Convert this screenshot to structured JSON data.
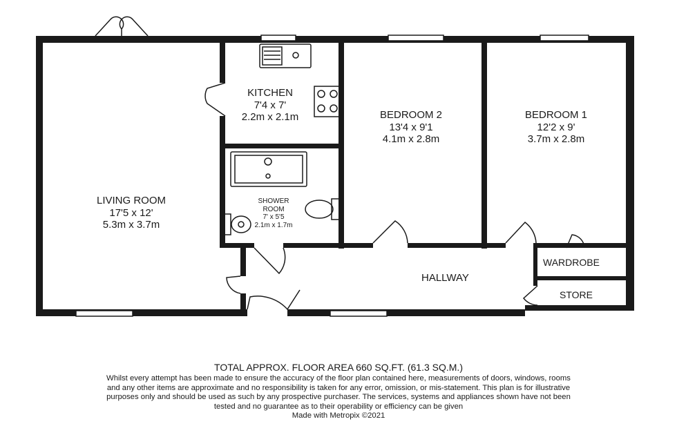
{
  "rooms": {
    "living": {
      "name": "LIVING ROOM",
      "dim_imperial": "17'5 x 12'",
      "dim_metric": "5.3m x 3.7m"
    },
    "kitchen": {
      "name": "KITCHEN",
      "dim_imperial": "7'4 x 7'",
      "dim_metric": "2.2m x 2.1m"
    },
    "shower": {
      "name_line1": "SHOWER",
      "name_line2": "ROOM",
      "dim_imperial": "7' x 5'5",
      "dim_metric": "2.1m x 1.7m"
    },
    "bedroom2": {
      "name": "BEDROOM 2",
      "dim_imperial": "13'4 x 9'1",
      "dim_metric": "4.1m x 2.8m"
    },
    "bedroom1": {
      "name": "BEDROOM 1",
      "dim_imperial": "12'2 x 9'",
      "dim_metric": "3.7m x 2.8m"
    },
    "hallway": {
      "name": "HALLWAY"
    },
    "wardrobe": {
      "name": "WARDROBE"
    },
    "store": {
      "name": "STORE"
    }
  },
  "footer": {
    "total_area": "TOTAL APPROX. FLOOR AREA 660 SQ.FT. (61.3 SQ.M.)",
    "disclaimer": "Whilst every attempt has been made to ensure the accuracy of the floor plan contained here, measurements of doors, windows, rooms and any other items are approximate and no responsibility is taken for any error, omission, or mis-statement. This plan is for illustrative purposes only and should be used as such by any prospective purchaser. The services, systems and appliances shown have not been tested and no guarantee as to their operability or efficiency can be given",
    "credit": "Made with Metropix ©2021"
  },
  "colors": {
    "wall": "#1a1a1a",
    "background": "#ffffff"
  }
}
